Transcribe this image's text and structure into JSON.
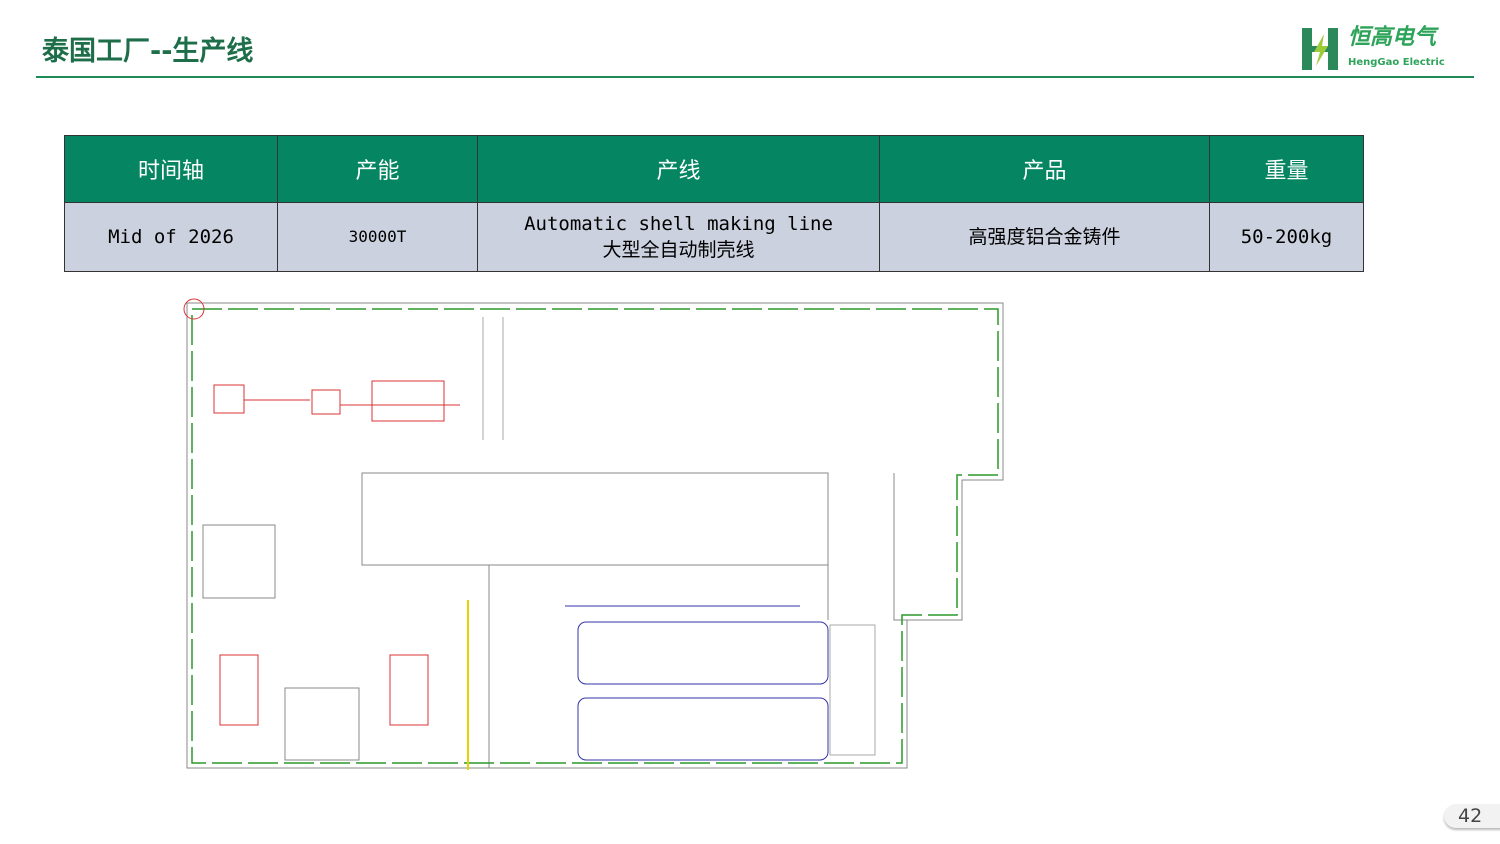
{
  "header": {
    "title": "泰国工厂--生产线",
    "logo_cn": "恒高电气",
    "logo_en": "HengGao Electric"
  },
  "table": {
    "headers": [
      "时间轴",
      "产能",
      "产线",
      "产品",
      "重量"
    ],
    "row": {
      "timeline": "Mid of 2026",
      "capacity": "30000T",
      "line_en": "Automatic shell making line",
      "line_cn": "大型全自动制壳线",
      "product": "高强度铝合金铸件",
      "weight": "50-200kg"
    }
  },
  "page_number": "42"
}
